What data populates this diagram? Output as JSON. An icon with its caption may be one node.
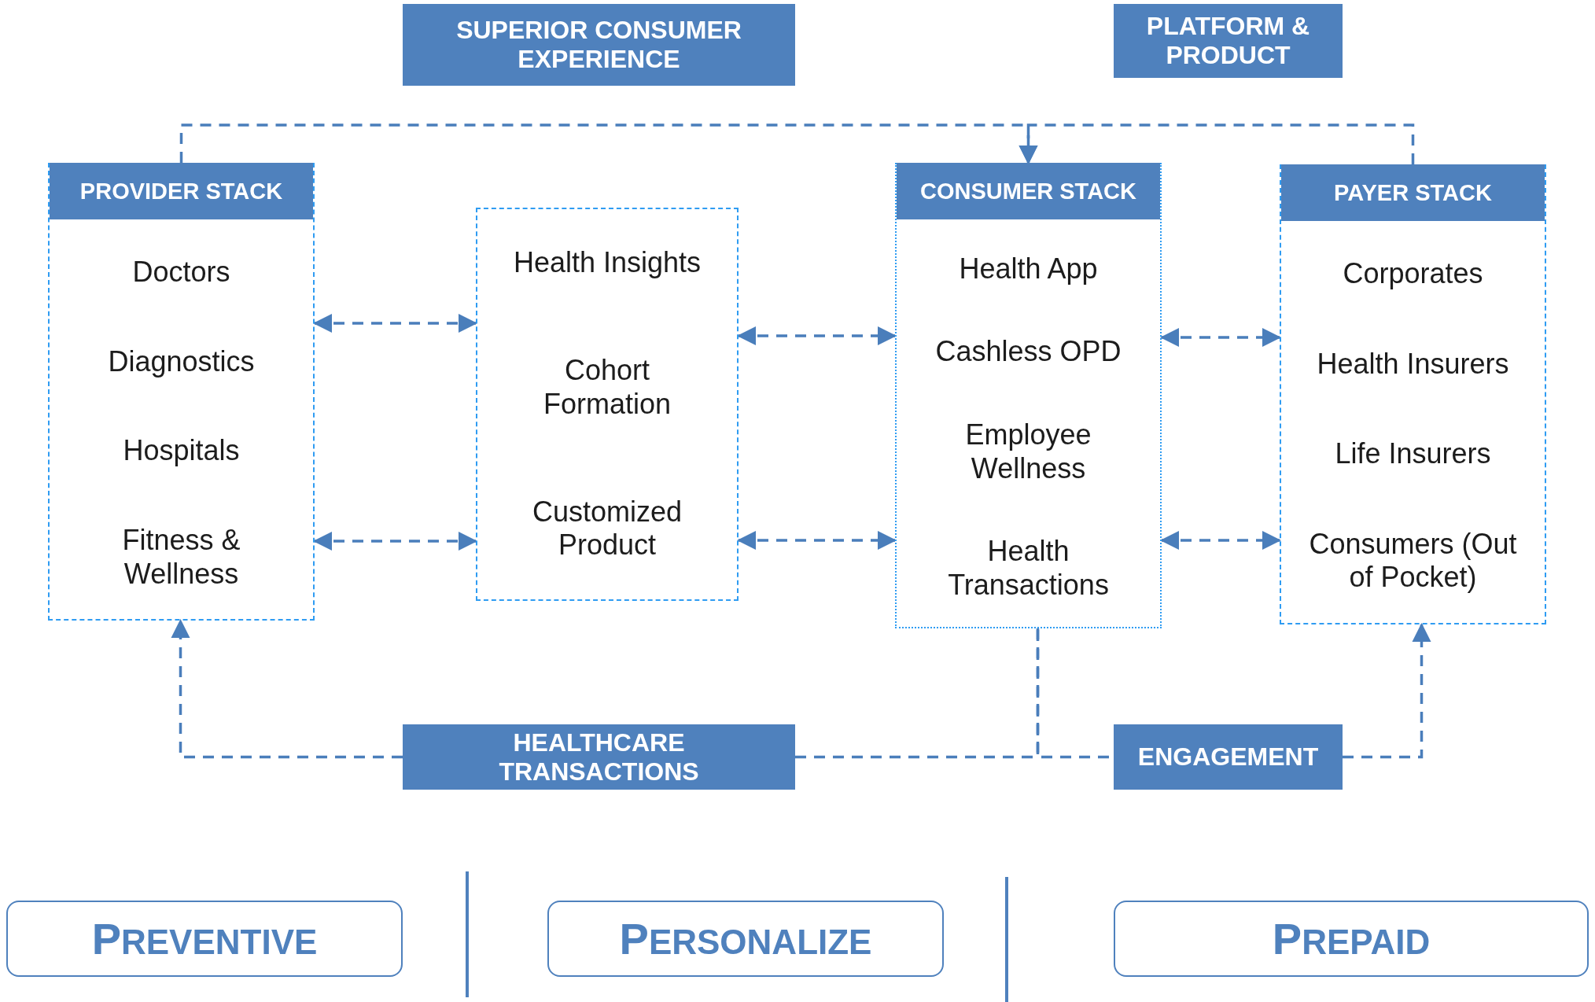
{
  "diagram": {
    "nodes": [
      {
        "text": [
          "SUPERIOR CONSUMER EXPERIENCE"
        ]
      },
      {
        "text": [
          "PLATFORM & PRODUCT"
        ]
      },
      {
        "text": [
          "PROVIDER STACK"
        ]
      },
      {
        "text": [
          "Doctors"
        ],
        "in": 2
      },
      {
        "text": [
          "Diagnostics"
        ],
        "in": 2
      },
      {
        "text": [
          "Hospitals"
        ],
        "in": 2
      },
      {
        "text": [
          "Fitness & Wellness"
        ],
        "in": 2
      },
      {
        "text": [],
        "shape": "box"
      },
      {
        "text": [
          "Health Insights"
        ],
        "in": 7
      },
      {
        "text": [
          "Cohort Formation"
        ],
        "in": 7
      },
      {
        "text": [
          "Customized Product"
        ],
        "in": 7
      },
      {
        "text": [
          "CONSUMER STACK"
        ]
      },
      {
        "text": [
          "Health App"
        ],
        "in": 11
      },
      {
        "text": [
          "Cashless OPD"
        ],
        "in": 11
      },
      {
        "text": [
          "Employee Wellness"
        ],
        "in": 11
      },
      {
        "text": [
          "Health Transactions"
        ],
        "in": 11
      },
      {
        "text": [
          "PAYER STACK"
        ]
      },
      {
        "text": [
          "Corporates"
        ],
        "in": 16
      },
      {
        "text": [
          "Health Insurers"
        ],
        "in": 16
      },
      {
        "text": [
          "Life Insurers"
        ],
        "in": 16
      },
      {
        "text": [
          "Consumers (Out of Pocket)"
        ],
        "in": 16
      },
      {
        "text": [
          "HEALTHCARE TRANSACTIONS"
        ]
      },
      {
        "text": [
          "ENGAGEMENT"
        ]
      },
      {
        "text": [
          "PREVENTIVE"
        ]
      },
      {
        "text": [
          "PERSONALIZE"
        ]
      },
      {
        "text": [
          "PREPAID"
        ]
      }
    ],
    "edges": [
      {
        "from": 2,
        "to": 11,
        "arrow": "to",
        "style": "dashed"
      },
      {
        "from": 16,
        "to": 11,
        "arrow": "to",
        "style": "dashed"
      },
      {
        "from": 2,
        "to": 7,
        "arrow": "both",
        "style": "dashed"
      },
      {
        "from": 2,
        "to": 7,
        "arrow": "both",
        "style": "dashed"
      },
      {
        "from": 7,
        "to": 11,
        "arrow": "both",
        "style": "dashed"
      },
      {
        "from": 7,
        "to": 11,
        "arrow": "both",
        "style": "dashed"
      },
      {
        "from": 11,
        "to": 16,
        "arrow": "both",
        "style": "dashed"
      },
      {
        "from": 11,
        "to": 16,
        "arrow": "both",
        "style": "dashed"
      },
      {
        "from": 21,
        "to": 2,
        "arrow": "to",
        "style": "dashed"
      },
      {
        "from": 21,
        "to": 11,
        "arrow": "none",
        "style": "dashed"
      },
      {
        "from": 11,
        "to": 22,
        "arrow": "none",
        "style": "dashed"
      },
      {
        "from": 22,
        "to": 16,
        "arrow": "to",
        "style": "dashed"
      }
    ]
  }
}
